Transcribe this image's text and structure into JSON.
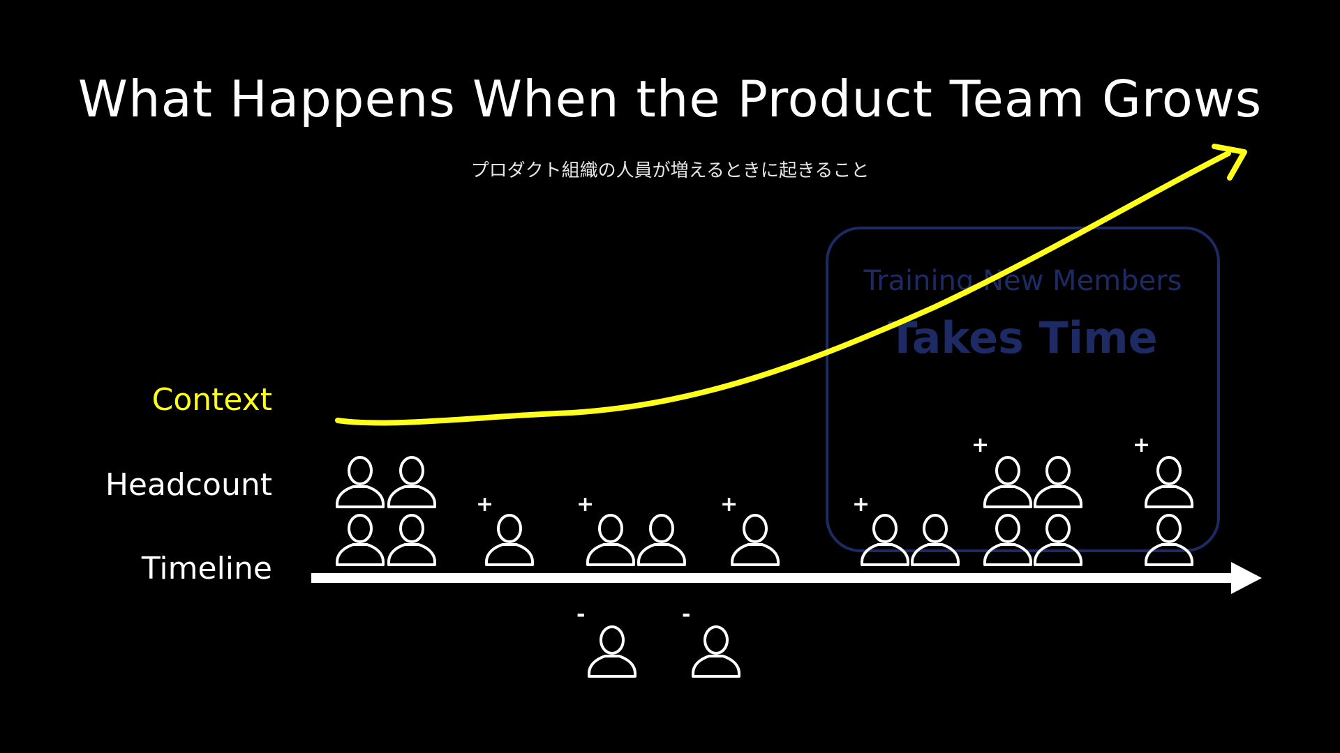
{
  "title": "What Happens When the Product Team Grows",
  "subtitle": "プロダクト組織の人員が増えるときに起きること",
  "rows": {
    "context": "Context",
    "headcount": "Headcount",
    "timeline": "Timeline"
  },
  "box": {
    "caption": "Training New Members",
    "emphasis": "Takes Time"
  },
  "signs": {
    "plus": "+",
    "minus": "-"
  },
  "icons": [
    "person-icon",
    "arrow-icon"
  ],
  "colors": {
    "background": "#000000",
    "context_curve": "#ffff1a",
    "box": "#1d2a63",
    "foreground": "#ffffff"
  }
}
